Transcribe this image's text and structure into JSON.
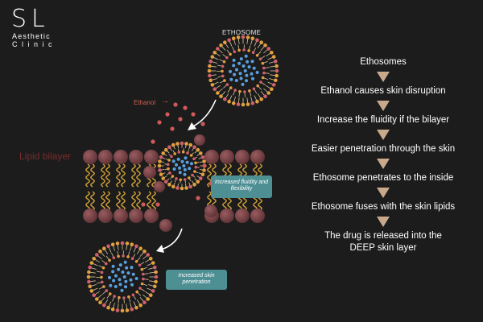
{
  "brand": {
    "initials": "SL",
    "line1": "Aesthetic",
    "line2": "Clinic"
  },
  "diagram": {
    "title": "ETHOSOME",
    "ethanol_label": "Ethanol",
    "ethanol_arrow": "→",
    "bilayer_label": "Lipid bilayer",
    "badge_fluidity": "Increased fluidity and flexibility",
    "badge_penetration": "Increased skin penetration"
  },
  "steps": [
    "Ethosomes",
    "Ethanol causes skin disruption",
    "Increase the fluidity if the bilayer",
    "Easier penetration through the skin",
    "Ethosome penetrates to the inside",
    "Ethosome fuses with the skin lipids",
    "The drug is released into the DEEP skin layer"
  ],
  "colors": {
    "background": "#1c1c1c",
    "lipid_head": "#7a4448",
    "lipid_tail": "#d4a23a",
    "ethanol_dot": "#d05a5a",
    "vesicle_head_orange": "#e0a040",
    "vesicle_head_pink": "#d06070",
    "drug_dot": "#5aa0e0",
    "badge": "#4e8f94",
    "arrow": "#c9a98b"
  }
}
